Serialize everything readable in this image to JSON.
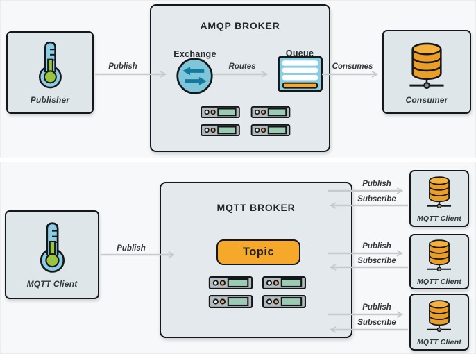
{
  "colors": {
    "ink": "#15181b",
    "box_fill": "#dfe6ea",
    "broker_fill": "#e3e9ec",
    "panel_bg": "#f7f8f9",
    "arrow": "#c7cacc",
    "label_text": "#33383b",
    "title_text": "#24282c",
    "teal_light": "#7fc6db",
    "teal_dark": "#147a9d",
    "queue_blue": "#8ecddf",
    "orange": "#f6a82b",
    "orange_db": "#eb9e27",
    "orange_db_light": "#f4b23c",
    "green": "#9dc43e",
    "icon_blue": "#8ccce4",
    "rack_gray": "#b5bbbd",
    "rack_dot": "#d8a772",
    "rack_screen": "#9ccbb4"
  },
  "amqp": {
    "broker_title": "AMQP BROKER",
    "exchange_label": "Exchange",
    "queue_label": "Queue",
    "publisher_label": "Publisher",
    "consumer_label": "Consumer",
    "publish_label": "Publish",
    "routes_label": "Routes",
    "consumes_label": "Consumes"
  },
  "mqtt": {
    "broker_title": "MQTT BROKER",
    "topic_label": "Topic",
    "client_left_label": "MQTT Client",
    "publish_left_label": "Publish",
    "clients": [
      {
        "label": "MQTT Client",
        "publish_label": "Publish",
        "subscribe_label": "Subscribe"
      },
      {
        "label": "MQTT Client",
        "publish_label": "Publish",
        "subscribe_label": "Subscribe"
      },
      {
        "label": "MQTT Client",
        "publish_label": "Publish",
        "subscribe_label": "Subscribe"
      }
    ]
  }
}
